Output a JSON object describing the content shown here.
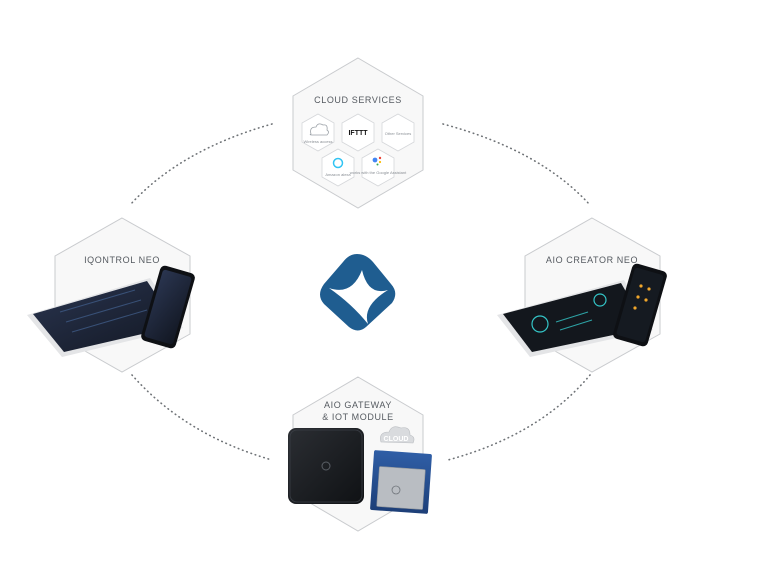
{
  "nodes": {
    "cloud": {
      "title": "CLOUD SERVICES"
    },
    "iqontrol": {
      "title": "IQONTROL NEO"
    },
    "creator": {
      "title": "AIO CREATOR NEO"
    },
    "gateway": {
      "title_line1": "AIO GATEWAY",
      "title_line2": "& IOT MODULE",
      "cloud_badge": "CLOUD"
    }
  },
  "services": {
    "remote": "Wireless access",
    "ifttt": "IFTTT",
    "other": "Other Services",
    "alexa": "Amazon alexa",
    "google": "works with the Google Assistant"
  },
  "colors": {
    "brand_blue": "#1f5d90",
    "hex_stroke": "#c9cbce",
    "hex_fill": "#f7f7f7",
    "dots": "#6f7377",
    "device_dark": "#1b1e23"
  }
}
